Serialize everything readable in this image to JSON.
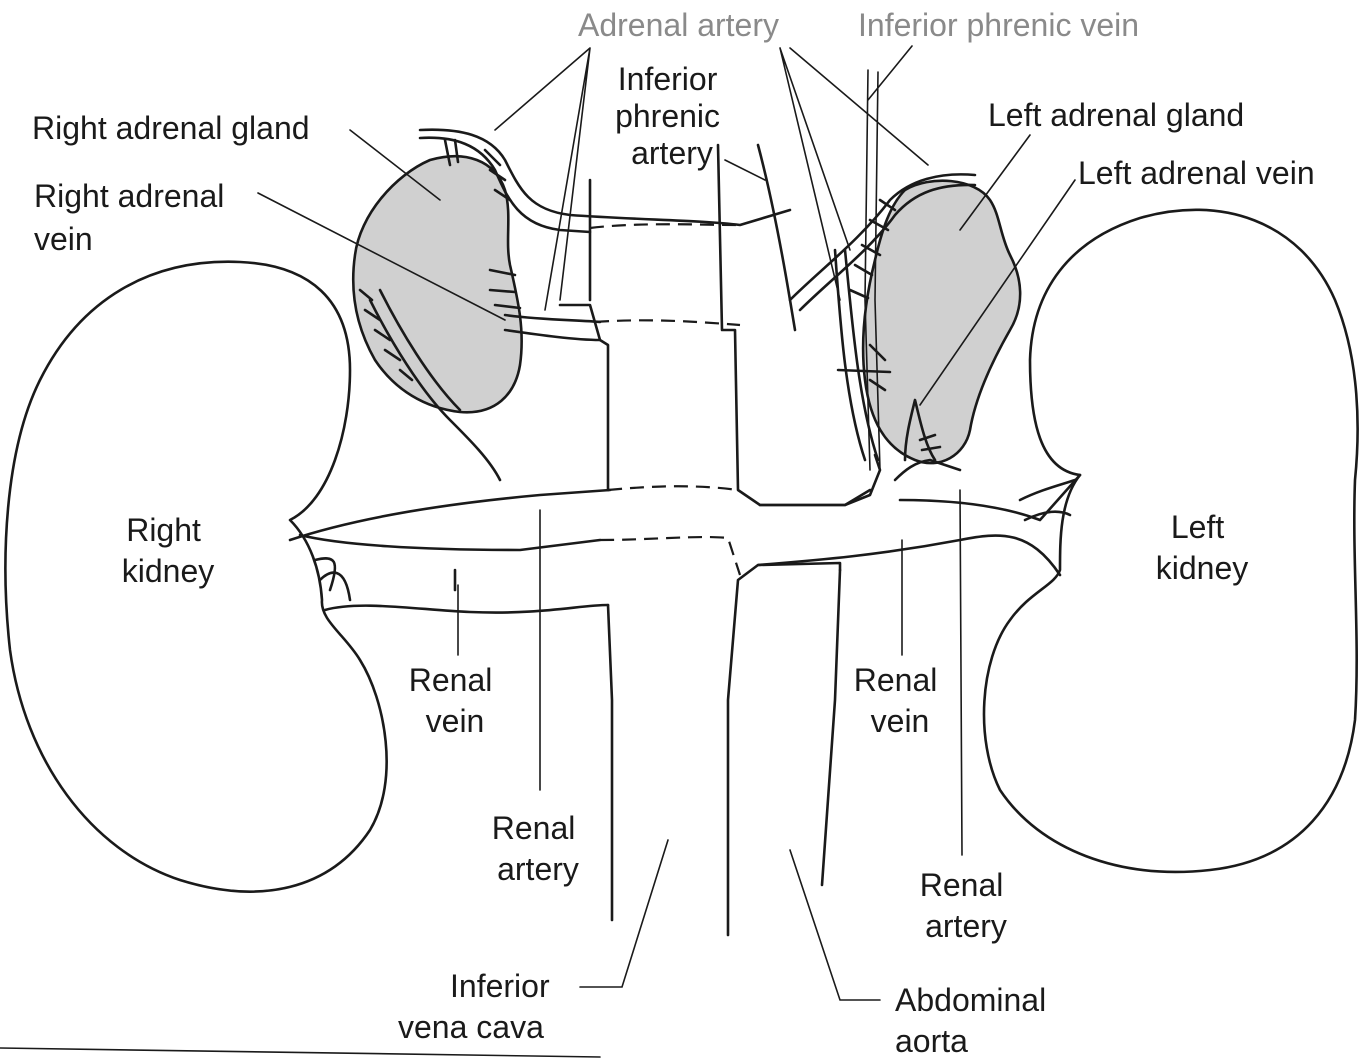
{
  "labels": {
    "adrenal_artery": "Adrenal artery",
    "inferior_phrenic_vein": "Inferior phrenic vein",
    "inferior_phrenic_artery": [
      "Inferior",
      "phrenic",
      "artery"
    ],
    "right_adrenal_gland": "Right adrenal gland",
    "left_adrenal_gland": "Left adrenal gland",
    "left_adrenal_vein": "Left adrenal vein",
    "right_adrenal_vein": [
      "Right adrenal",
      "vein"
    ],
    "right_kidney": [
      "Right",
      "kidney"
    ],
    "left_kidney": [
      "Left",
      "kidney"
    ],
    "renal_vein_right": [
      "Renal",
      "vein"
    ],
    "renal_vein_left": [
      "Renal",
      "vein"
    ],
    "renal_artery_right": [
      "Renal",
      "artery"
    ],
    "renal_artery_left": [
      "Renal",
      "artery"
    ],
    "inferior_vena_cava": [
      "Inferior",
      "vena cava"
    ],
    "abdominal_aorta": [
      "Abdominal",
      "aorta"
    ]
  },
  "colors": {
    "gland_fill": "#d0d0d0",
    "ink": "#1a1a1a",
    "faint_label": "#8a8a8a",
    "background": "#ffffff"
  }
}
